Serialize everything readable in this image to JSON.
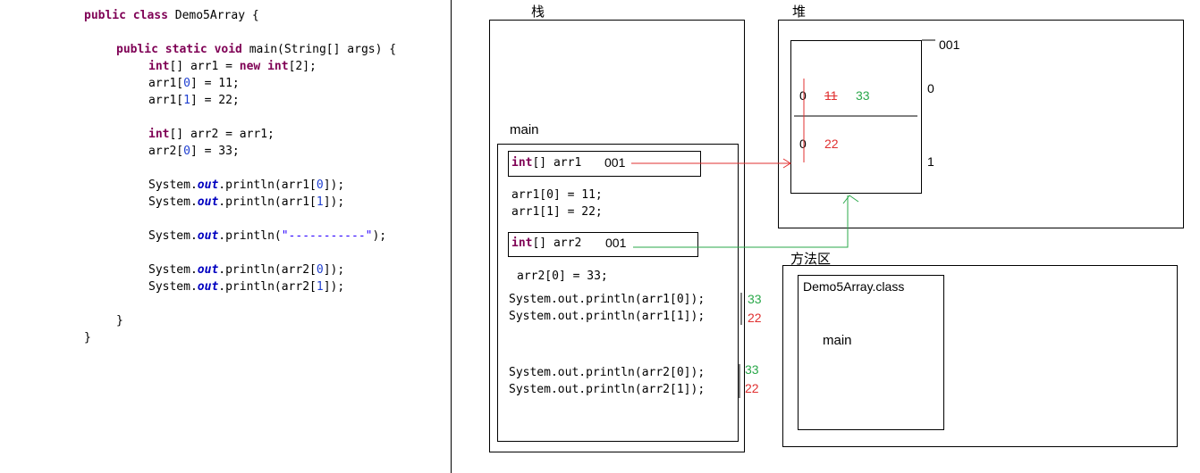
{
  "code": {
    "class_kw": "public class",
    "class_name": " Demo5Array {",
    "main_kw": "public static void",
    "main_sig": " main(String[] args) {",
    "line_arr1_decl_a": "int",
    "line_arr1_decl_b": "[] arr1 = ",
    "line_arr1_decl_c": "new int",
    "line_arr1_decl_d": "[2];",
    "arr1_0_assign": "arr1[",
    "idx0": "0",
    "arr1_0_val": "] = 11;",
    "arr1_1_assign": "arr1[",
    "idx1": "1",
    "arr1_1_val": "] = 22;",
    "arr2_decl_a": "int",
    "arr2_decl_b": "[] arr2 = arr1;",
    "arr2_0_assign": "arr2[",
    "arr2_0_val": "] = 33;",
    "sys": "System.",
    "out": "out",
    "println_arr1_0_a": ".println(arr1[",
    "println_tail": "]);",
    "println_str_a": ".println(",
    "println_str_b": "\"-----------\"",
    "println_str_c": ");",
    "println_arr2_a": ".println(arr2[",
    "close_method": "}",
    "close_class": "}"
  },
  "diagram": {
    "stack_label": "栈",
    "heap_label": "堆",
    "method_area_label": "方法区",
    "main_frame_label": "main",
    "arr1_var": "[] arr1",
    "arr1_type": "int",
    "arr1_ref": "001",
    "arr2_var": "[] arr2",
    "arr2_type": "int",
    "arr2_ref": "001",
    "heap_addr": "001",
    "heap_index0": "0",
    "heap_index1": "1",
    "heap_cell0_default": "0",
    "heap_cell0_old": "11",
    "heap_cell0_new": "33",
    "heap_cell1_default": "0",
    "heap_cell1_val": "22",
    "stack_assign1": "arr1[0] = 11;",
    "stack_assign2": "arr1[1] = 22;",
    "stack_assign3": "arr2[0] = 33;",
    "print1": "System.out.println(arr1[0]);",
    "print2": "System.out.println(arr1[1]);",
    "print3": "System.out.println(arr2[0]);",
    "print4": "System.out.println(arr2[1]);",
    "out1": "33",
    "out2": "22",
    "out3": "33",
    "out4": "22",
    "class_file": "Demo5Array.class",
    "class_main": "main"
  },
  "colors": {
    "red": "#e03030",
    "green": "#2aa84a",
    "keyword": "#7f0055",
    "number": "#1f3fd0"
  }
}
